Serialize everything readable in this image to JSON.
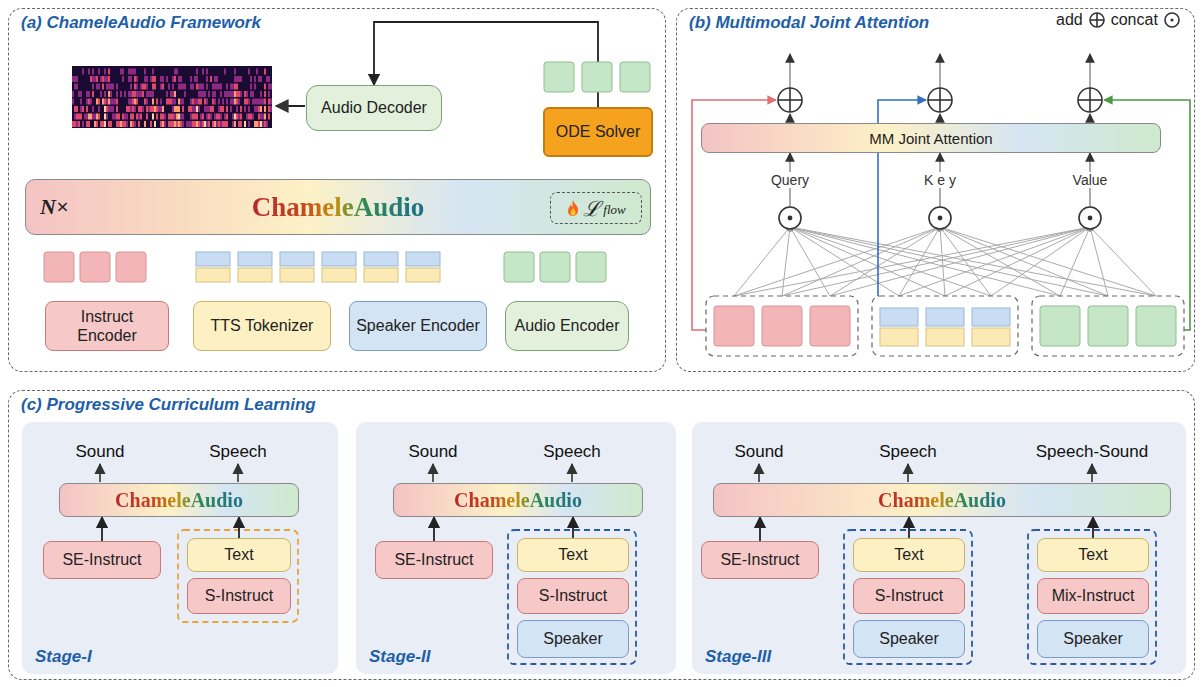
{
  "diagram": {
    "nodes": [
      {
        "text": [
          "(a) ChameleAudio Framework"
        ]
      },
      {
        "text": [
          "Audio Decoder"
        ],
        "in": 0
      },
      {
        "text": [
          "ODE Solver"
        ],
        "in": 0
      },
      {
        "text": [
          "N×",
          "ChameleAudio"
        ],
        "in": 0
      },
      {
        "text": [
          "ℒ",
          "flow"
        ],
        "in": 3
      },
      {
        "text": [
          "Instruct Encoder"
        ],
        "in": 0
      },
      {
        "text": [
          "TTS Tokenizer"
        ],
        "in": 0
      },
      {
        "text": [
          "Speaker Encoder"
        ],
        "in": 0
      },
      {
        "text": [
          "Audio Encoder"
        ],
        "in": 0
      },
      {
        "text": [
          "(b) Multimodal Joint Attention"
        ]
      },
      {
        "text": [
          "MM Joint Attention"
        ],
        "in": 9
      },
      {
        "text": [
          "(c) Progressive Curriculum Learning"
        ]
      },
      {
        "text": [
          "Stage-I"
        ],
        "in": 11
      },
      {
        "text": [
          "ChameleAudio"
        ],
        "in": 12
      },
      {
        "text": [
          "SE-Instruct"
        ],
        "in": 12
      },
      {
        "text": [
          "Text"
        ],
        "in": 12
      },
      {
        "text": [
          "S-Instruct"
        ],
        "in": 12
      },
      {
        "text": [
          "Stage-II"
        ],
        "in": 11
      },
      {
        "text": [
          "ChameleAudio"
        ],
        "in": 17
      },
      {
        "text": [
          "SE-Instruct"
        ],
        "in": 17
      },
      {
        "text": [
          "Text"
        ],
        "in": 17
      },
      {
        "text": [
          "S-Instruct"
        ],
        "in": 17
      },
      {
        "text": [
          "Speaker"
        ],
        "in": 17
      },
      {
        "text": [
          "Stage-III"
        ],
        "in": 11
      },
      {
        "text": [
          "ChameleAudio"
        ],
        "in": 23
      },
      {
        "text": [
          "SE-Instruct"
        ],
        "in": 23
      },
      {
        "text": [
          "Text"
        ],
        "in": 23
      },
      {
        "text": [
          "S-Instruct"
        ],
        "in": 23
      },
      {
        "text": [
          "Speaker"
        ],
        "in": 23
      },
      {
        "text": [
          "Text"
        ],
        "in": 23
      },
      {
        "text": [
          "Mix-Instruct"
        ],
        "in": 23
      },
      {
        "text": [
          "Speaker"
        ],
        "in": 23
      }
    ],
    "edges": [
      {
        "from": 2,
        "to": 1,
        "arrow": "to"
      },
      {
        "from": 14,
        "to": 13,
        "arrow": "to"
      },
      {
        "from": 15,
        "to": 13,
        "arrow": "to"
      },
      {
        "from": 19,
        "to": 18,
        "arrow": "to"
      },
      {
        "from": 20,
        "to": 18,
        "arrow": "to"
      },
      {
        "from": 25,
        "to": 24,
        "arrow": "to"
      },
      {
        "from": 26,
        "to": 24,
        "arrow": "to"
      },
      {
        "from": 29,
        "to": 24,
        "arrow": "to"
      }
    ],
    "labels": [
      "Query",
      "K e y",
      "Value",
      "Sound",
      "Speech",
      "Sound",
      "Speech",
      "Sound",
      "Speech",
      "Speech-Sound"
    ],
    "legend": [
      {
        "text": "add"
      },
      {
        "text": "concat"
      }
    ]
  }
}
